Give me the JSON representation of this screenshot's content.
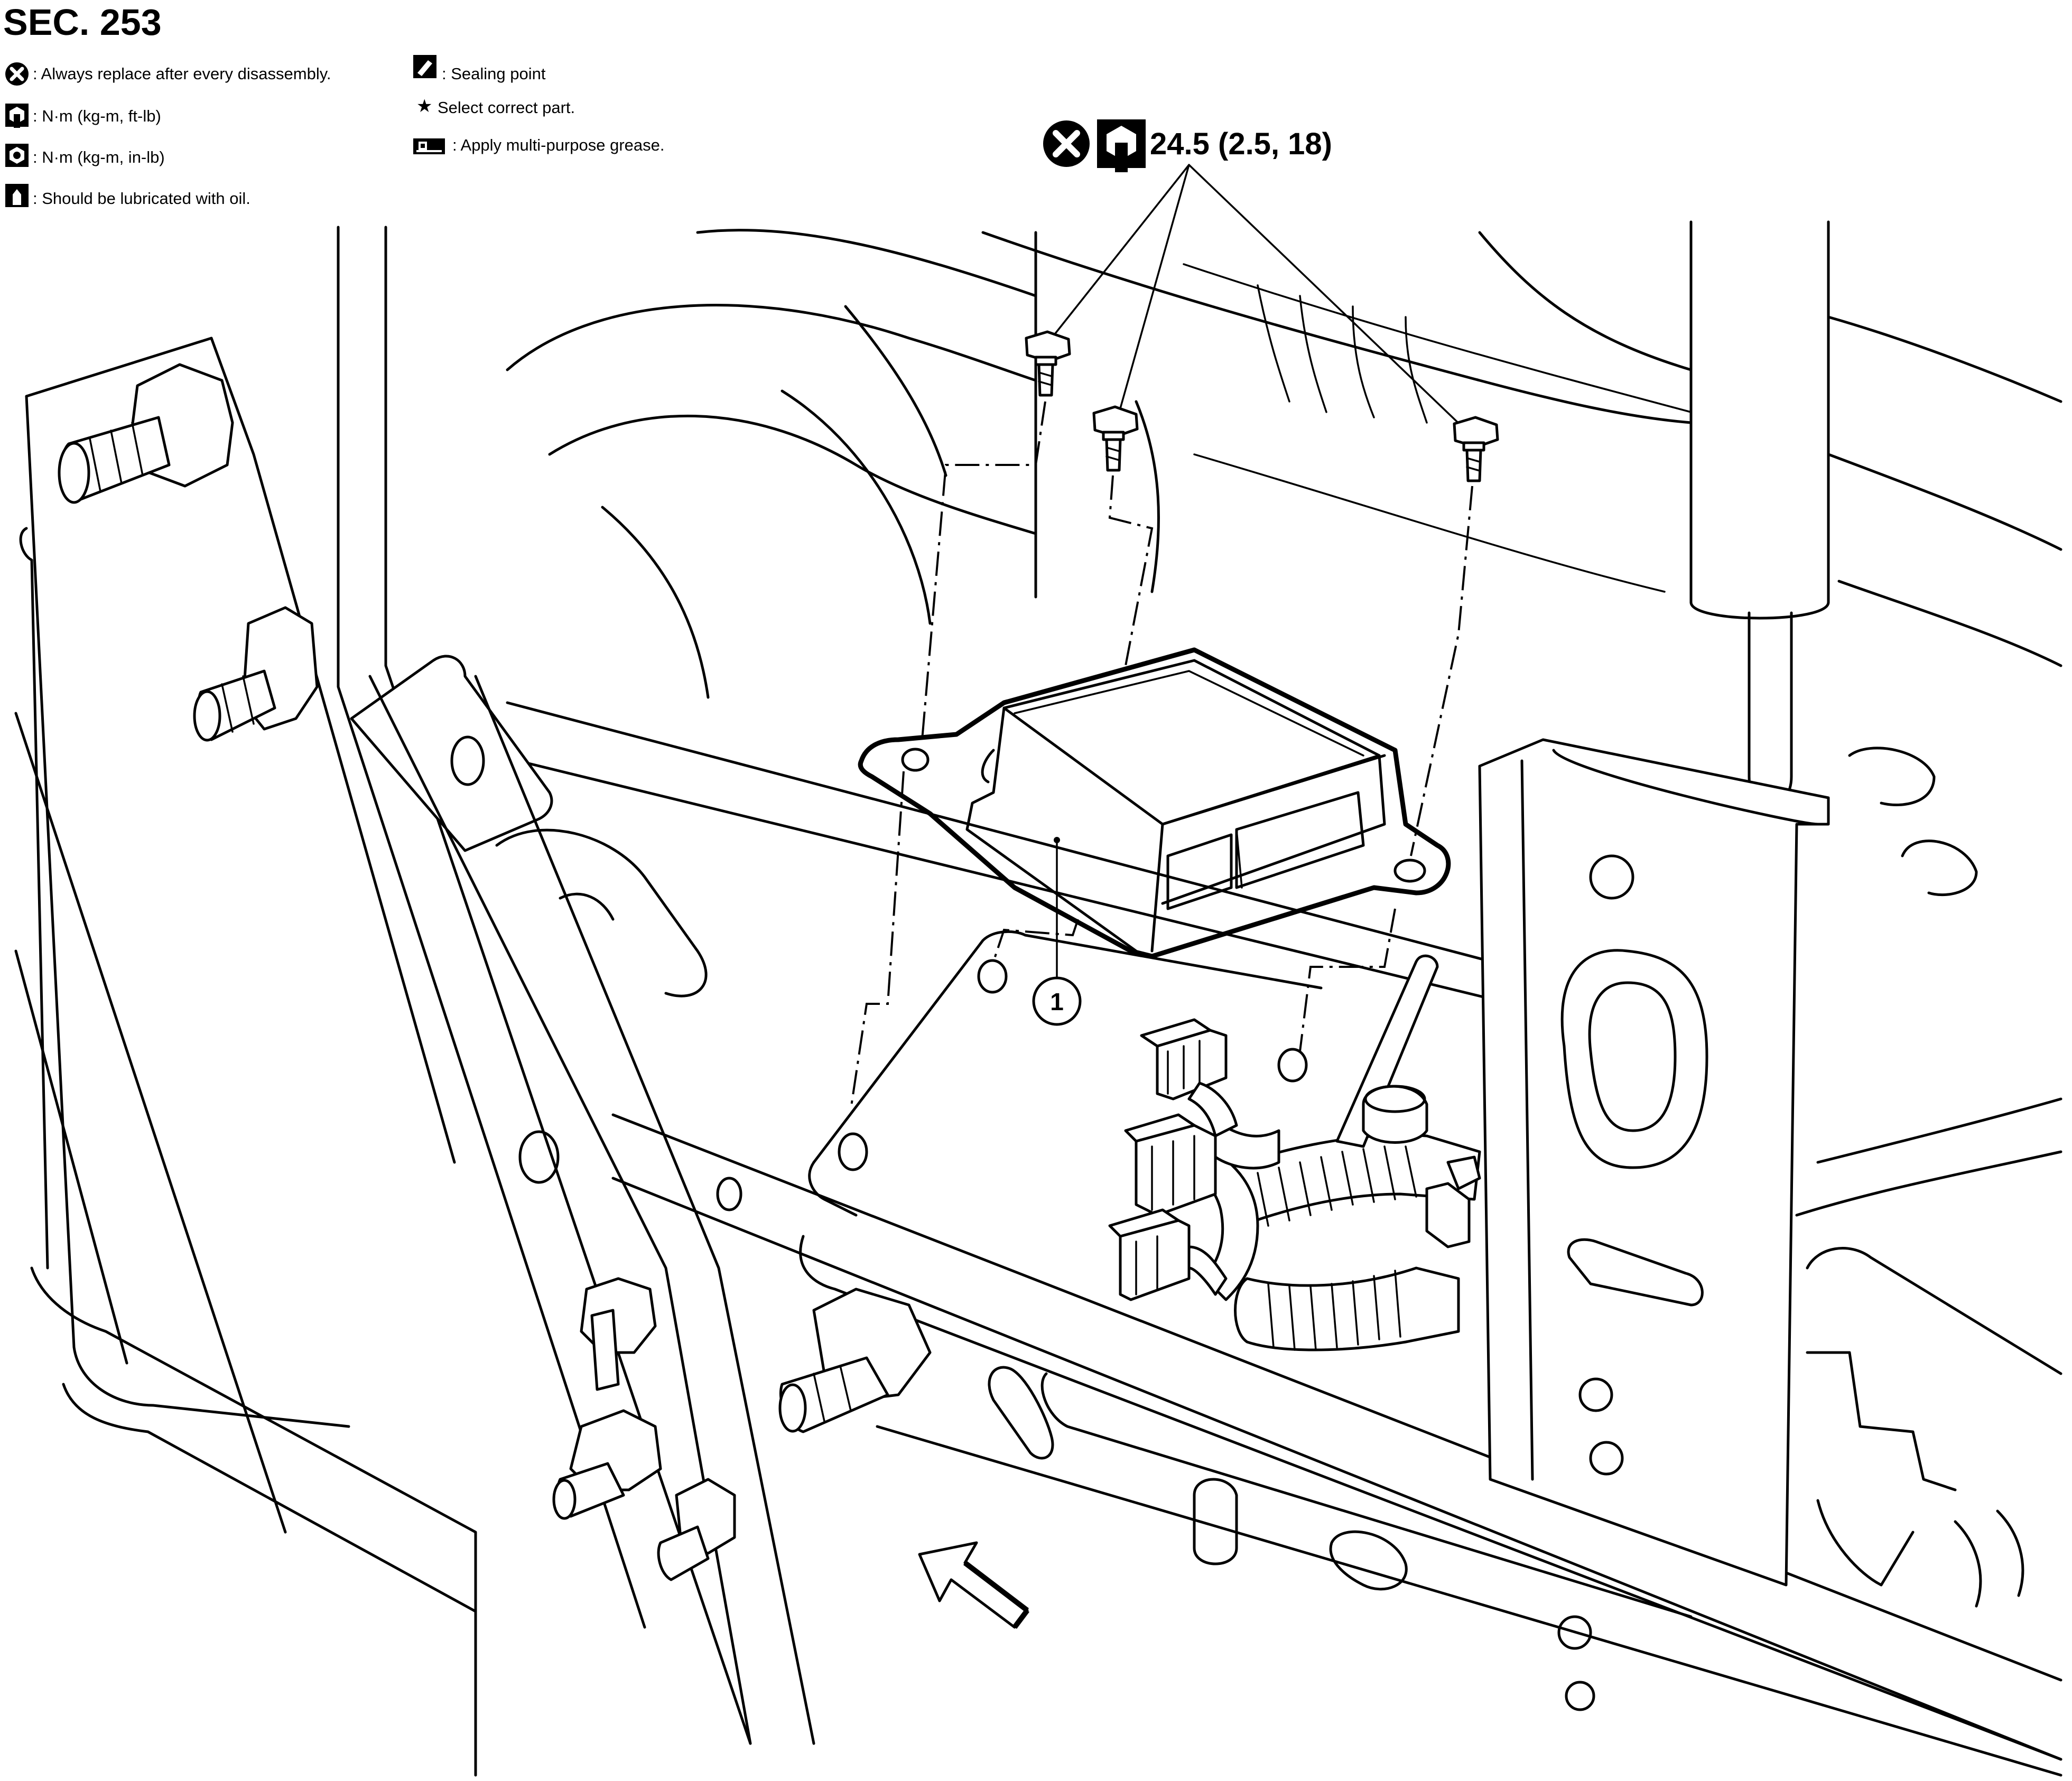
{
  "section": {
    "title": "SEC. 253"
  },
  "legend": {
    "replace": ": Always replace after every disassembly.",
    "torque_ftlb": ": N·m (kg-m, ft-lb)",
    "torque_inlb": ": N·m (kg-m, in-lb)",
    "lubricate": ": Should be lubricated with oil.",
    "sealing": ": Sealing point",
    "select": "Select correct part.",
    "grease": ": Apply multi-purpose grease."
  },
  "torque_spec": {
    "value": "24.5 (2.5, 18)"
  },
  "callouts": [
    {
      "label": "1"
    }
  ],
  "icons": {
    "replace": "x-circle-icon",
    "torque": "torque-wrench-icon",
    "torque_small": "torque-wrench-small-icon",
    "oil": "oil-can-icon",
    "sealing": "sealing-point-icon",
    "star": "star-icon",
    "grease": "grease-icon",
    "front_arrow": "front-direction-arrow-icon"
  }
}
